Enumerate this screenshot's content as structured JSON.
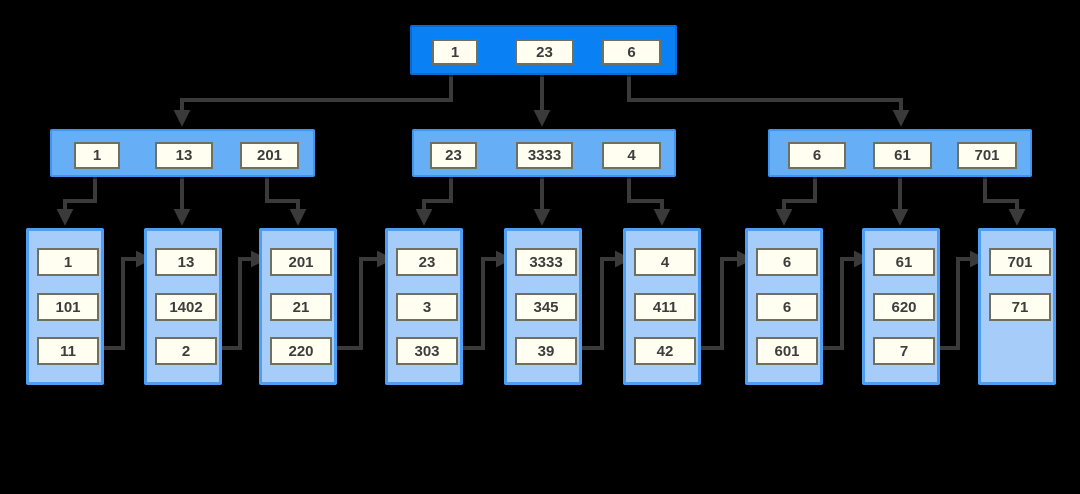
{
  "tree": {
    "kind": "b-plus-tree-diagram",
    "root": {
      "keys": [
        "1",
        "23",
        "6"
      ]
    },
    "internals": [
      {
        "keys": [
          "1",
          "13",
          "201"
        ]
      },
      {
        "keys": [
          "23",
          "3333",
          "4"
        ]
      },
      {
        "keys": [
          "6",
          "61",
          "701"
        ]
      }
    ],
    "leaves": [
      {
        "values": [
          "1",
          "101",
          "11"
        ]
      },
      {
        "values": [
          "13",
          "1402",
          "2"
        ]
      },
      {
        "values": [
          "201",
          "21",
          "220"
        ]
      },
      {
        "values": [
          "23",
          "3",
          "303"
        ]
      },
      {
        "values": [
          "3333",
          "345",
          "39"
        ]
      },
      {
        "values": [
          "4",
          "411",
          "42"
        ]
      },
      {
        "values": [
          "6",
          "6",
          "601"
        ]
      },
      {
        "values": [
          "61",
          "620",
          "7"
        ]
      },
      {
        "values": [
          "701",
          "71"
        ]
      }
    ],
    "colors": {
      "background": "#000000",
      "root_fill": "#0a80f5",
      "root_border": "#0a6bd0",
      "internal_fill": "#66aef5",
      "internal_border": "#3e96f0",
      "leaf_fill": "#a6cdf9",
      "leaf_border": "#4e9ff3",
      "cell_fill": "#fffef0",
      "cell_border": "#70705f",
      "text": "#3d3d3d",
      "arrow": "#3a3a3a"
    }
  }
}
